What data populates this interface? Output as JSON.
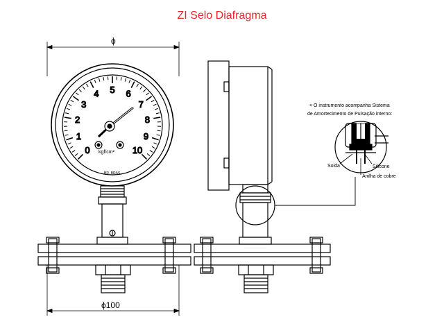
{
  "title": "ZI Selo Diafragma",
  "dimension_top": "ϕ",
  "dimension_bottom": "ϕ100",
  "dial": {
    "scale": [
      "0",
      "1",
      "2",
      "3",
      "4",
      "5",
      "6",
      "7",
      "8",
      "9",
      "10"
    ],
    "unit": "kgf/cm²",
    "maker": "BR. BRAS."
  },
  "note": {
    "line1": "× O instrumento acompanha Sistema",
    "line2": "de Amortecimento de Pulsação interno:"
  },
  "callouts": {
    "solda": "Solda",
    "silicone": "Silicone",
    "anilha": "Anilha de cobre"
  },
  "colors": {
    "title": "#e8262b",
    "line": "#000000"
  }
}
